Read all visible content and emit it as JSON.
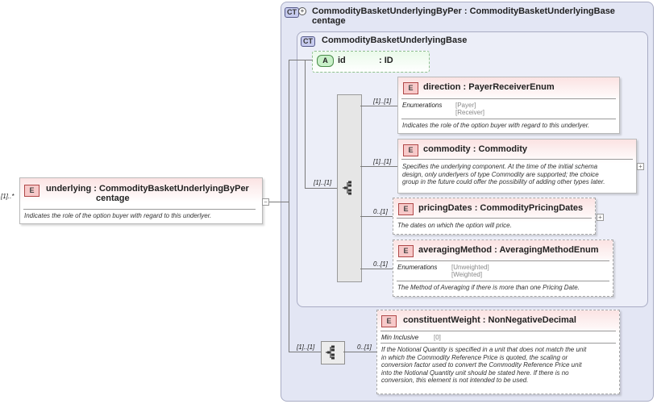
{
  "root": {
    "cardinality": "[1]..*",
    "badge": "E",
    "name_line1": "underlying",
    "type_line1": ": CommodityBasketUnderlyingByPer",
    "type_line2": "centage",
    "doc": "Indicates the role of the option buyer with regard to this underlyer."
  },
  "outer_type": {
    "badge": "CT",
    "title_line1": "CommodityBasketUnderlyingByPer : CommodityBasketUnderlyingBase",
    "title_line2": "centage"
  },
  "base_type": {
    "badge": "CT",
    "title": "CommodityBasketUnderlyingBase"
  },
  "attribute": {
    "badge": "A",
    "name": "id",
    "type": ": ID"
  },
  "sequence1": {
    "cardinality": "[1]..[1]"
  },
  "sequence2": {
    "cardinality": "[1]..[1]"
  },
  "children": [
    {
      "badge": "E",
      "name": "direction",
      "type": ": PayerReceiverEnum",
      "cardinality": "[1]..[1]",
      "enum_label": "Enumerations",
      "enum_values": [
        "[Payer]",
        "[Receiver]"
      ],
      "doc": "Indicates the role of the option buyer with regard to this underlyer."
    },
    {
      "badge": "E",
      "name": "commodity",
      "type": ": Commodity",
      "cardinality": "[1]..[1]",
      "doc_lines": [
        "Specifies the underlying component. At the time of the initial schema",
        "design, only underlyers of type Commodity are supported; the choice",
        "group in the future could offer the possibility of adding other types later."
      ]
    },
    {
      "badge": "E",
      "name": "pricingDates",
      "type": ": CommodityPricingDates",
      "cardinality": "0..[1]",
      "doc": "The dates on which the option will price."
    },
    {
      "badge": "E",
      "name": "averagingMethod",
      "type": ": AveragingMethodEnum",
      "cardinality": "0..[1]",
      "enum_label": "Enumerations",
      "enum_values": [
        "[Unweighted]",
        "[Weighted]"
      ],
      "doc": "The Method of Averaging if there is more than one Pricing Date."
    }
  ],
  "constituent": {
    "badge": "E",
    "name": "constituentWeight",
    "type": ": NonNegativeDecimal",
    "cardinality": "0..[1]",
    "facet_label": "Min Inclusive",
    "facet_value": "[0]",
    "doc_lines": [
      "If the Notional Quantity is specified in a unit that does not match the unit",
      "in which the Commodity Reference Price is quoted, the scaling or",
      "conversion factor used to convert the Commodity Reference Price unit",
      "into the Notional Quantity unit should be stated here. If there is no",
      "conversion, this element is not intended to be used."
    ]
  },
  "colors": {
    "element_border": "#b04848",
    "element_fill": "#f7c9c9",
    "complex_type_fill": "#e3e6f4",
    "attribute_fill": "#c8f0c8"
  }
}
